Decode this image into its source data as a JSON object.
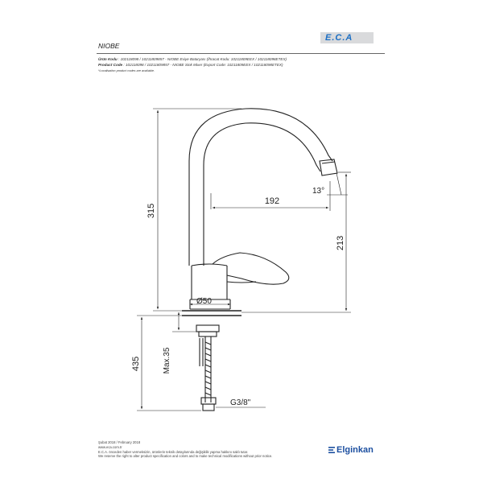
{
  "logo": {
    "text": "E.C.A"
  },
  "product": {
    "name": "NIOBE"
  },
  "header_lines": [
    {
      "label": "Ürün Kodu",
      "text": ": 102118098 / 10211809857 - NIOBE Eviye Bataryası (İhracat Kodu: 10211809EEX / 102118098ETEX)"
    },
    {
      "label": "Product Code",
      "text": ": 102118098 / 10211809857 - NIOBE Sink Mixer (Export Code: 10211809EEX / 102118098ETEX)"
    }
  ],
  "note": "*Localisation product codes are available.",
  "dimensions": {
    "height_total": "315",
    "spout_reach": "192",
    "spout_angle": "13°",
    "spout_height": "213",
    "base_diameter": "Ø50",
    "under_counter": "435",
    "max_thickness": "Max.35",
    "connection": "G3/8\""
  },
  "footer": {
    "date": "Şubat 2018 / February 2018",
    "website": "www.eca.com.tr",
    "line1": "E.C.A. önceden haber vermeksizin, ürünlerin teknik detaylarında değişiklik yapma hakkını saklı tutar.",
    "line2": "We reserve the right to alter product specification and colors and to make technical modifications without prior notice."
  },
  "brand": {
    "name": "Elginkan"
  },
  "colors": {
    "logo_blue": "#1c6fc4",
    "brand_blue": "#1c4fa0",
    "line": "#222222"
  }
}
